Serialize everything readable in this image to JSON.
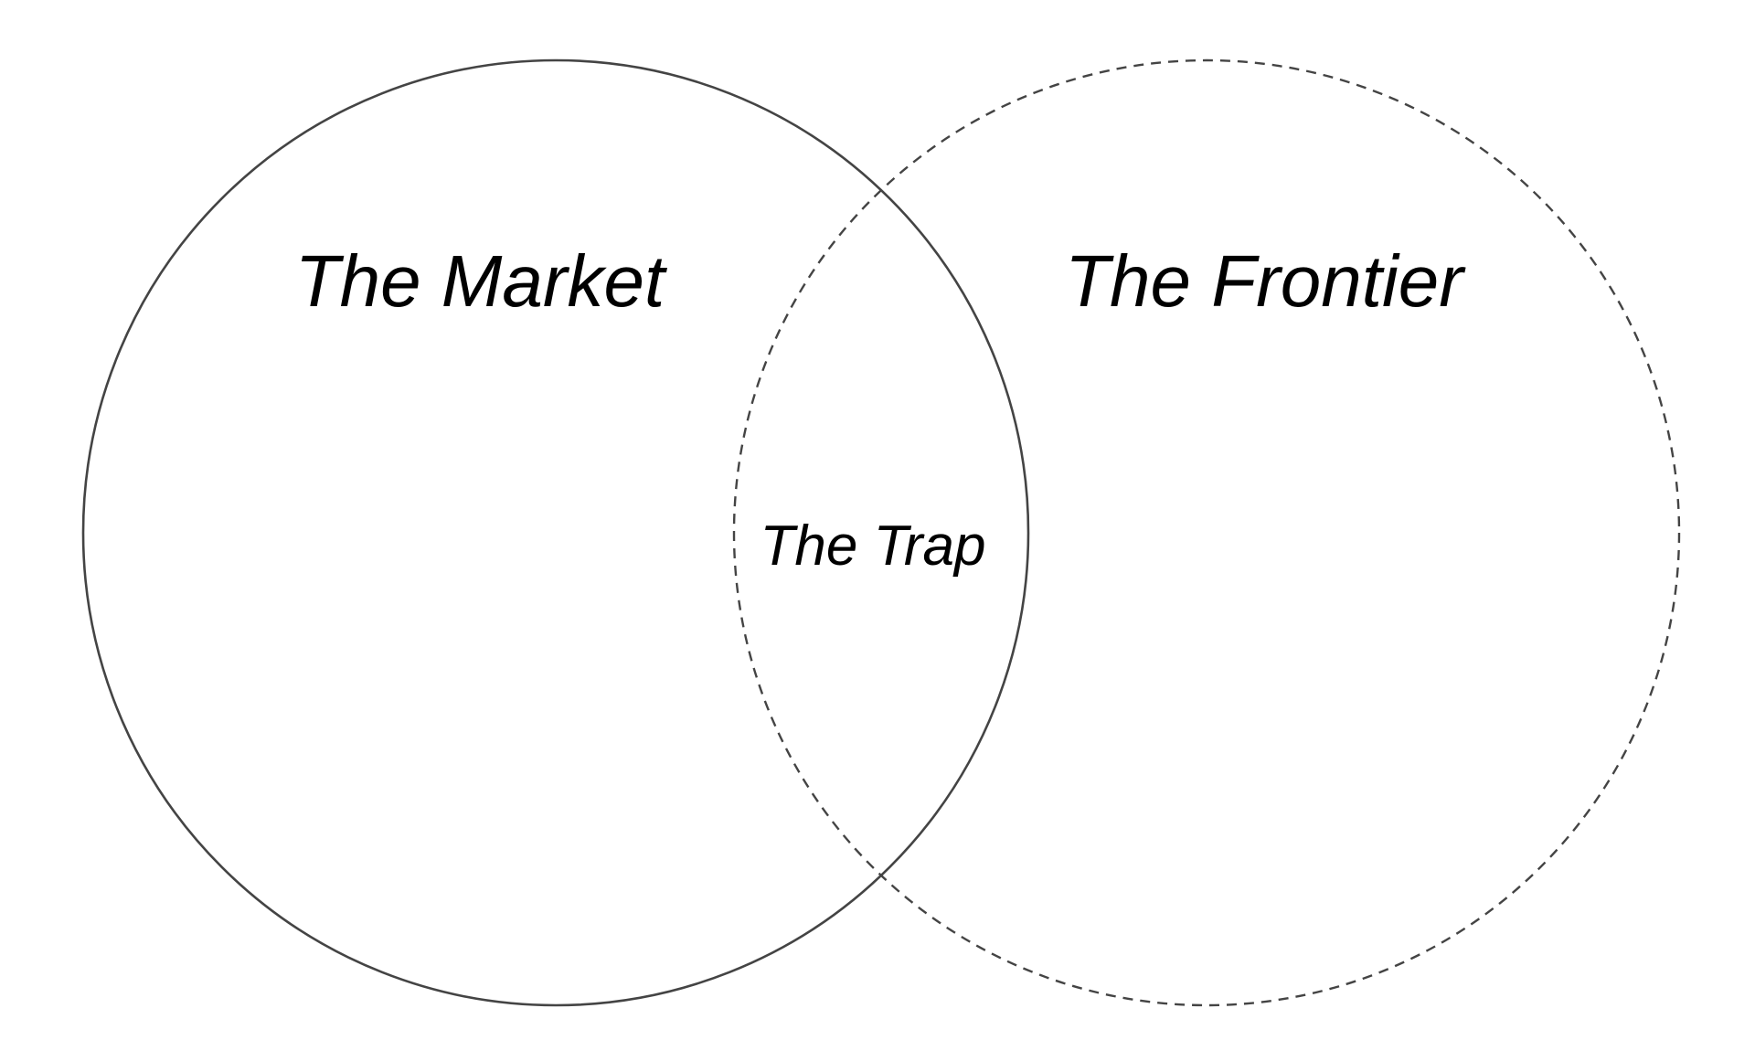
{
  "diagram": {
    "type": "venn",
    "sets": [
      {
        "label": "The Market",
        "outline": "solid"
      },
      {
        "label": "The Frontier",
        "outline": "dashed"
      }
    ],
    "intersection": {
      "label": "The Trap"
    },
    "colors": {
      "outline": "#444444",
      "text": "#000000",
      "background": "#ffffff"
    }
  }
}
